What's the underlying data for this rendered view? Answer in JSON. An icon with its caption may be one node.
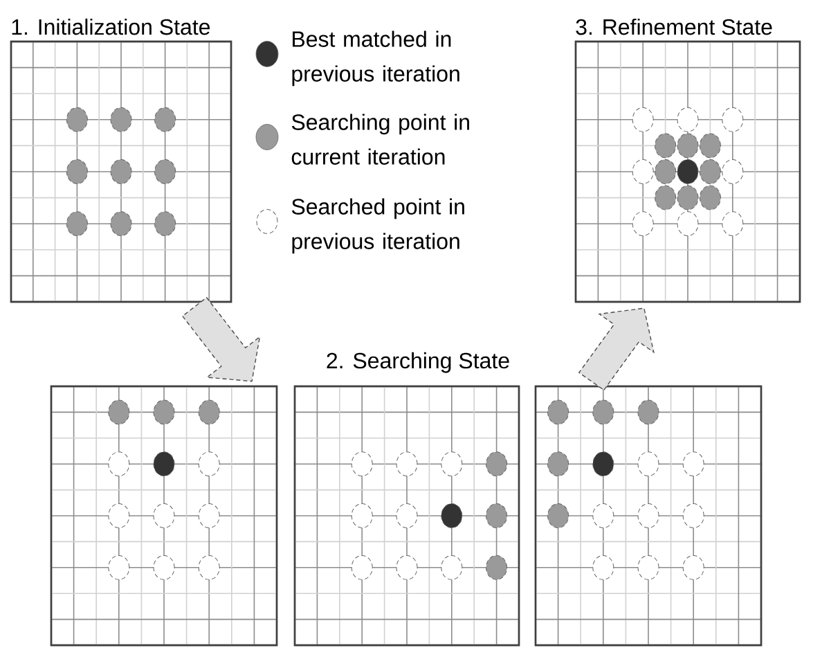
{
  "diagram": {
    "nodes": [
      {
        "text": [
          "1. Initialization State"
        ]
      },
      {
        "text": [],
        "shape": "box"
      },
      {
        "text": [],
        "shape": "box"
      },
      {
        "text": [],
        "shape": "box"
      },
      {
        "text": [
          "3. Refinement State"
        ]
      }
    ],
    "edges": [
      {
        "from": 0,
        "to": 1,
        "arrow": "to"
      },
      {
        "from": 3,
        "to": 4,
        "arrow": "to"
      }
    ],
    "labels": [
      "2. Searching State"
    ],
    "legend": [
      {
        "text": "Best matched in previous iteration",
        "color": "#333333"
      },
      {
        "text": "Searching point in current iteration",
        "color": "#9a9a9a"
      },
      {
        "text": "Searched point in previous iteration"
      }
    ]
  }
}
